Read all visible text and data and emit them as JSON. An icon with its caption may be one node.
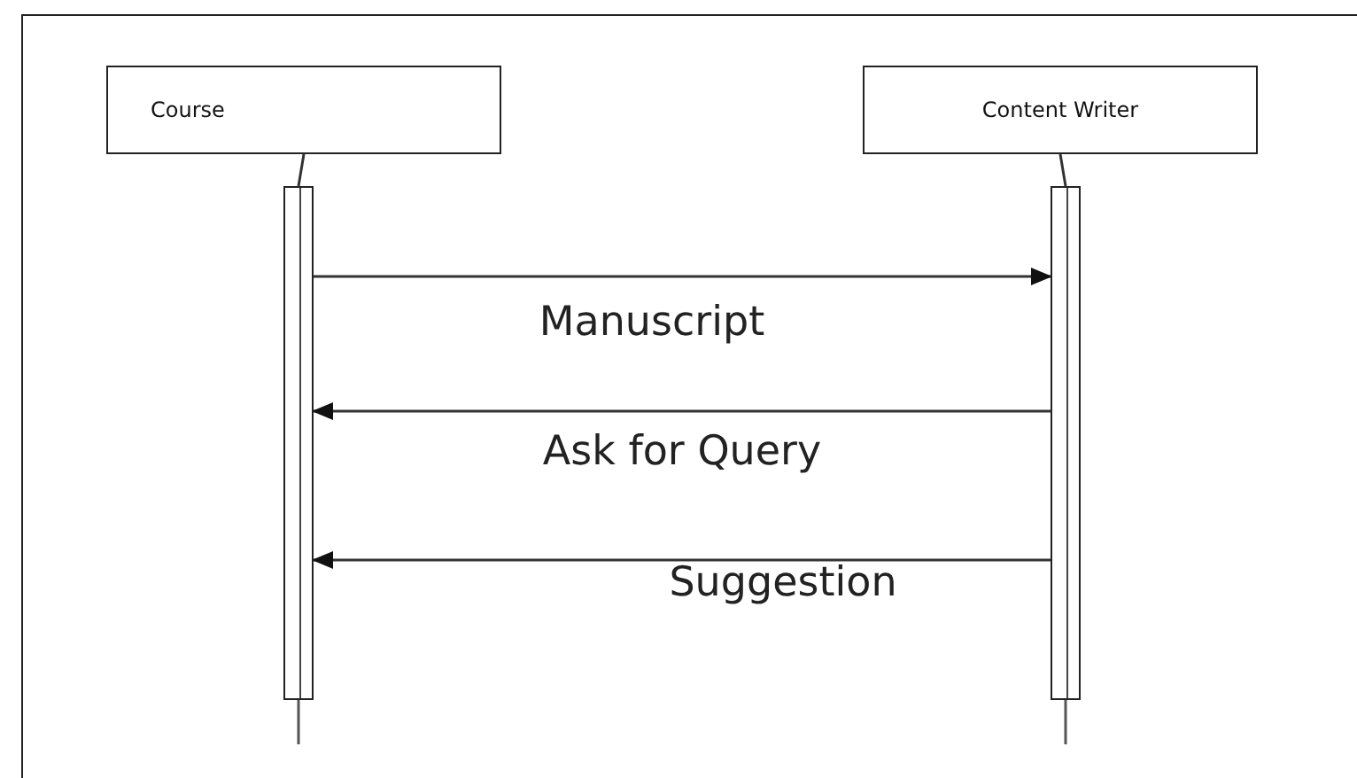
{
  "diagram": {
    "nodes": [
      {
        "text": [
          "Course"
        ]
      },
      {
        "text": [
          "Content Writer"
        ]
      },
      {
        "text": [],
        "shape": "bar"
      },
      {
        "text": [],
        "shape": "bar"
      }
    ],
    "edges": [
      {
        "from": 0,
        "to": 2,
        "arrow": "none"
      },
      {
        "from": 1,
        "to": 3,
        "arrow": "none"
      },
      {
        "from": 2,
        "to": 3,
        "arrow": "to",
        "label": "Manuscript"
      },
      {
        "from": 3,
        "to": 2,
        "arrow": "to",
        "label": "Ask for Query"
      },
      {
        "from": 3,
        "to": 2,
        "arrow": "to",
        "label": "Suggestion"
      }
    ]
  }
}
